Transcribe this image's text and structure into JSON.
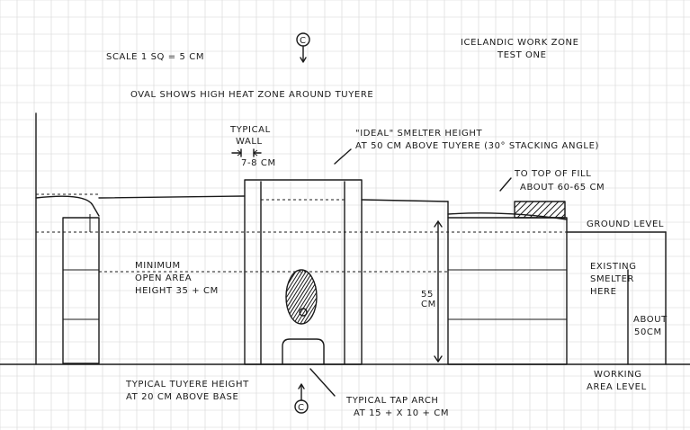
{
  "header": {
    "scale": "SCALE  1 SQ = 5 CM",
    "title_line1": "ICELANDIC WORK ZONE",
    "title_line2": "TEST ONE",
    "section_marker": "C",
    "oval_caption": "OVAL SHOWS HIGH HEAT ZONE AROUND TUYERE"
  },
  "annotations": {
    "wall_1": "TYPICAL",
    "wall_2": "WALL",
    "wall_3": "7-8 CM",
    "ideal_1": "\"IDEAL\" SMELTER HEIGHT",
    "ideal_2": "AT 50 CM ABOVE TUYERE  (30° STACKING ANGLE)",
    "fill_1": "TO TOP OF FILL",
    "fill_2": "ABOUT 60-65 CM",
    "ground_level": "GROUND LEVEL",
    "min_1": "MINIMUM",
    "min_2": "OPEN AREA",
    "min_3": "HEIGHT 35 + CM",
    "dim_55_1": "55",
    "dim_55_2": "CM",
    "existing_1": "EXISTING",
    "existing_2": "SMELTER",
    "existing_3": "HERE",
    "about_1": "ABOUT",
    "about_2": "50CM",
    "tuyere_1": "TYPICAL TUYERE HEIGHT",
    "tuyere_2": "AT 20 CM ABOVE BASE",
    "tap_1": "TYPICAL TAP ARCH",
    "tap_2": "AT 15 + X 10 + CM",
    "working_1": "WORKING",
    "working_2": "AREA LEVEL"
  },
  "colors": {
    "ink": "#1a1a1a",
    "grid": "#d6d6d6",
    "paper": "#ffffff"
  }
}
